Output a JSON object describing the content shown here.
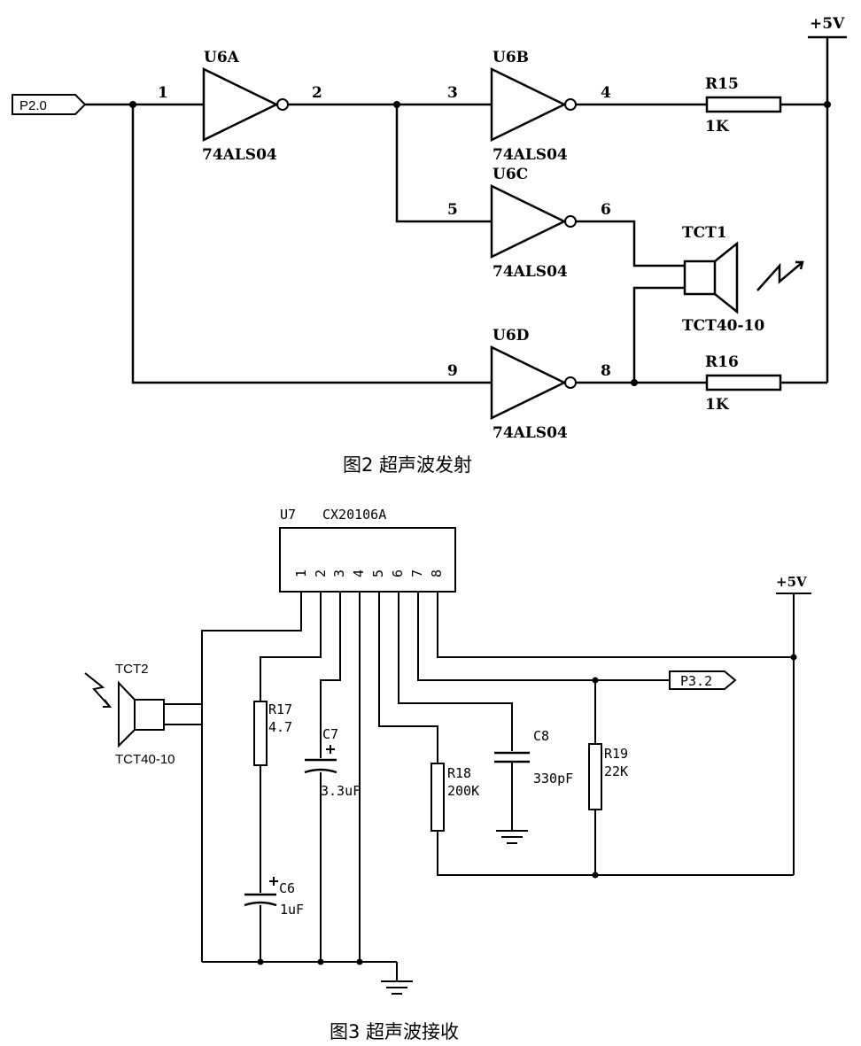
{
  "fig2": {
    "caption": "图2  超声波发射",
    "port_in": "P2.0",
    "vcc": "+5V",
    "gates": [
      {
        "ref": "U6A",
        "part": "74ALS04",
        "pin_in": "1",
        "pin_out": "2"
      },
      {
        "ref": "U6B",
        "part": "74ALS04",
        "pin_in": "3",
        "pin_out": "4"
      },
      {
        "ref": "U6C",
        "part": "74ALS04",
        "pin_in": "5",
        "pin_out": "6"
      },
      {
        "ref": "U6D",
        "part": "74ALS04",
        "pin_in": "9",
        "pin_out": "8"
      }
    ],
    "resistors": [
      {
        "ref": "R15",
        "value": "1K"
      },
      {
        "ref": "R16",
        "value": "1K"
      }
    ],
    "transducer": {
      "ref": "TCT1",
      "part": "TCT40-10"
    }
  },
  "fig3": {
    "caption": "图3   超声波接收",
    "ic": {
      "ref": "U7",
      "part": "CX20106A",
      "pins": [
        "1",
        "2",
        "3",
        "4",
        "5",
        "6",
        "7",
        "8"
      ]
    },
    "vcc": "+5V",
    "port_out": "P3.2",
    "transducer": {
      "ref": "TCT2",
      "part": "TCT40-10"
    },
    "resistors": [
      {
        "ref": "R17",
        "value": "4.7"
      },
      {
        "ref": "R18",
        "value": "200K"
      },
      {
        "ref": "R19",
        "value": "22K"
      }
    ],
    "capacitors": [
      {
        "ref": "C6",
        "value": "1uF"
      },
      {
        "ref": "C7",
        "value": "3.3uF"
      },
      {
        "ref": "C8",
        "value": "330pF"
      }
    ]
  }
}
